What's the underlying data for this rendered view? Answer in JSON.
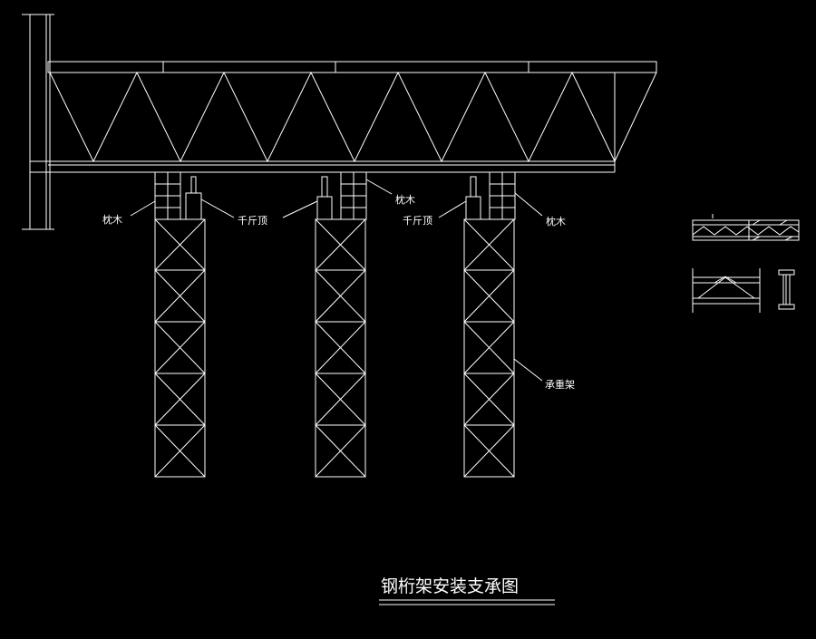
{
  "colors": {
    "background": "#000000",
    "line": "#ffffff"
  },
  "labels": {
    "pillow_wood": "枕木",
    "jack": "千斤顶",
    "load_frame": "承重架"
  },
  "title": "钢桁架安装支承图"
}
